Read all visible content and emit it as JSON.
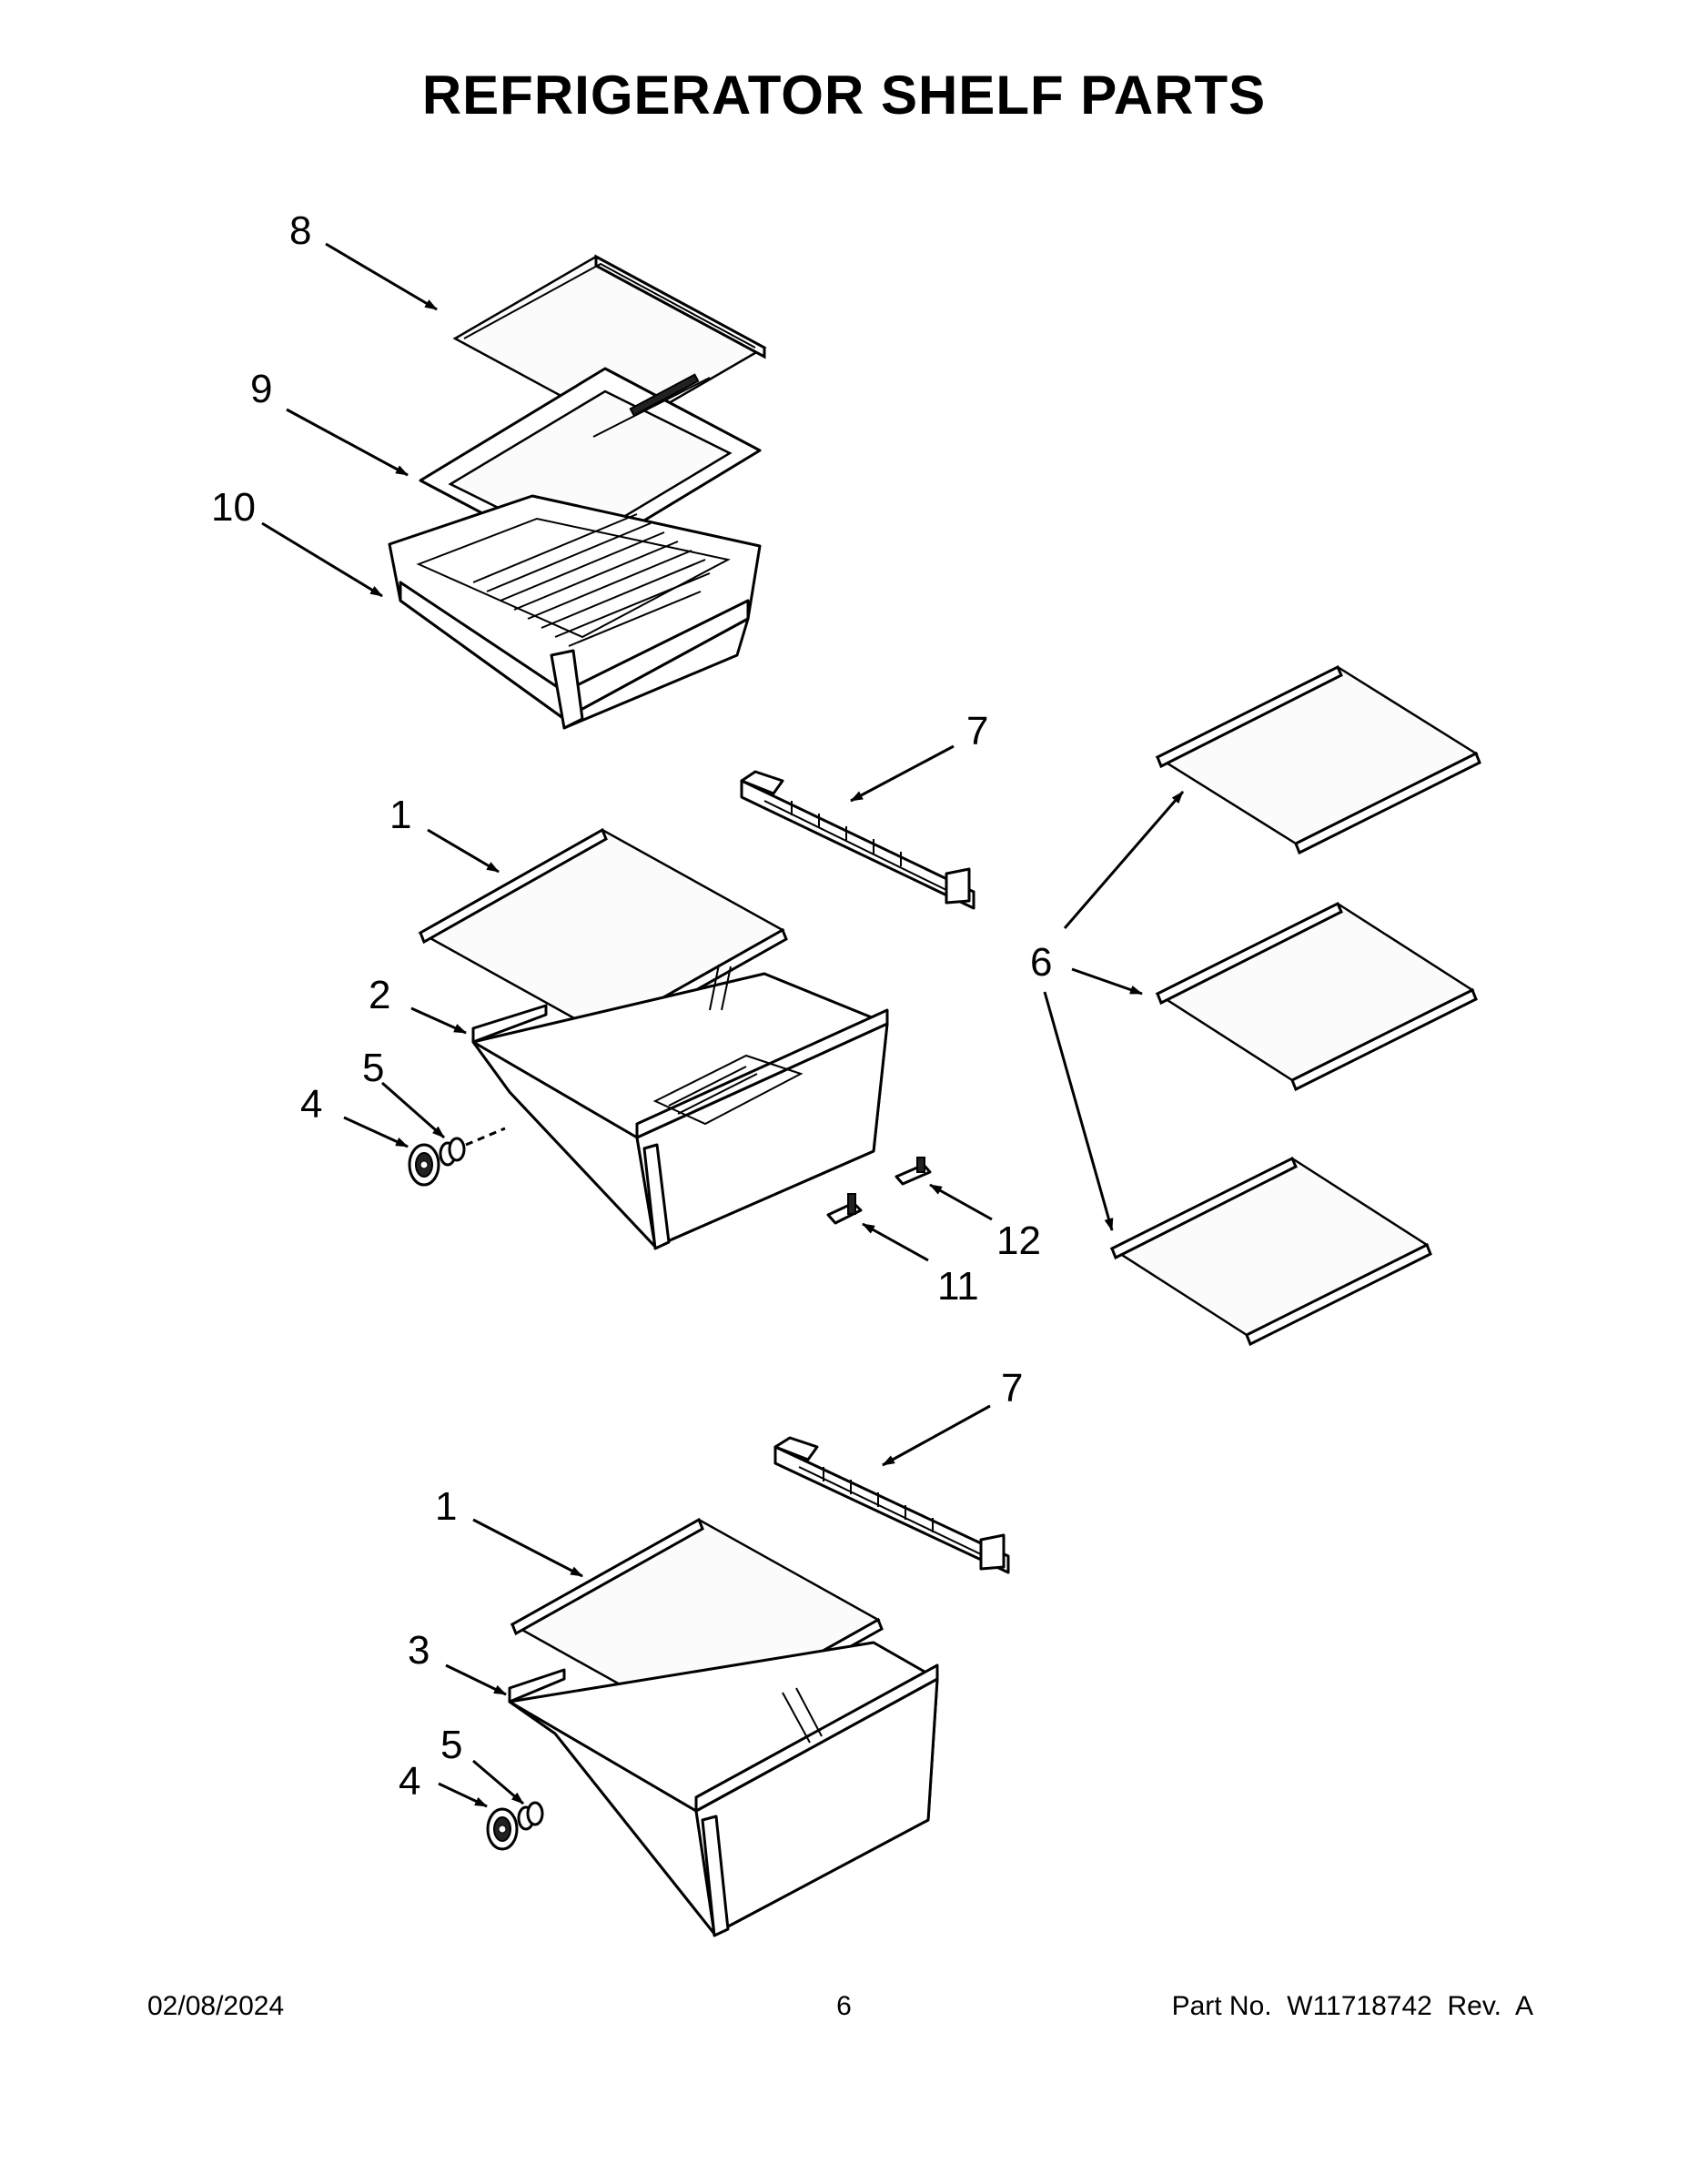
{
  "title": "REFRIGERATOR SHELF PARTS",
  "callouts": {
    "c1a": "1",
    "c1b": "1",
    "c2": "2",
    "c3": "3",
    "c4a": "4",
    "c4b": "4",
    "c5a": "5",
    "c5b": "5",
    "c6": "6",
    "c7a": "7",
    "c7b": "7",
    "c8": "8",
    "c9": "9",
    "c10": "10",
    "c11": "11",
    "c12": "12"
  },
  "footer": {
    "date": "02/08/2024",
    "page": "6",
    "part_no": "Part No.  W11718742  Rev.  A"
  }
}
